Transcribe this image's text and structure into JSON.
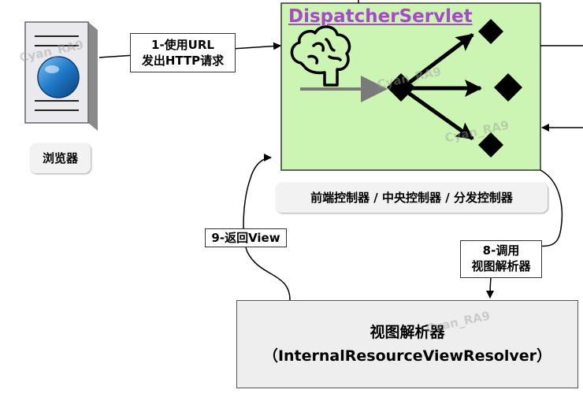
{
  "browser": {
    "label": "浏览器"
  },
  "dispatcher": {
    "title": "DispatcherServlet",
    "caption": "前端控制器 / 中央控制器 / 分发控制器"
  },
  "edges": {
    "step1_line1": "1-使用URL",
    "step1_line2": "发出HTTP请求",
    "step8_line1": "8-调用",
    "step8_line2": "视图解析器",
    "step9": "9-返回View"
  },
  "resolver": {
    "line1": "视图解析器",
    "line2": "（InternalResourceViewResolver）"
  },
  "watermark": "Cyan_RA9",
  "colors": {
    "dispatcher_fill": "#ccf5b3",
    "title_purple": "#a64ac9",
    "resolver_fill": "#eeeeee",
    "globe_blue": "#1f78c8"
  },
  "icons": [
    "browser-page-icon",
    "globe-icon",
    "brain-icon",
    "diamond-icon"
  ]
}
